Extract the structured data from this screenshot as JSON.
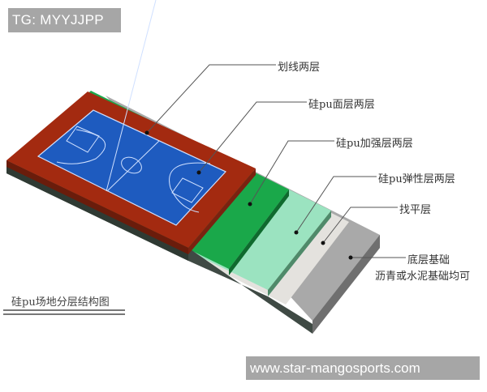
{
  "watermark_top": "TG: MYYJJPP",
  "watermark_bottom": "www.star-mangosports.com",
  "diagram": {
    "caption": "硅pu场地分层结构图",
    "layers": [
      {
        "label": "划线两层",
        "color": "#ffffff"
      },
      {
        "label": "硅pu面层两层",
        "color": "#1e5bbf"
      },
      {
        "label": "硅pu加强层两层",
        "color": "#1aa84a"
      },
      {
        "label": "硅pu弹性层两层",
        "color": "#9be3c0"
      },
      {
        "label": "找平层",
        "color": "#e4e2de"
      },
      {
        "label": "底层基础",
        "sublabel": "沥青或水泥基础均可",
        "color": "#a9a9a9"
      }
    ],
    "border_color": "#a32a10"
  }
}
